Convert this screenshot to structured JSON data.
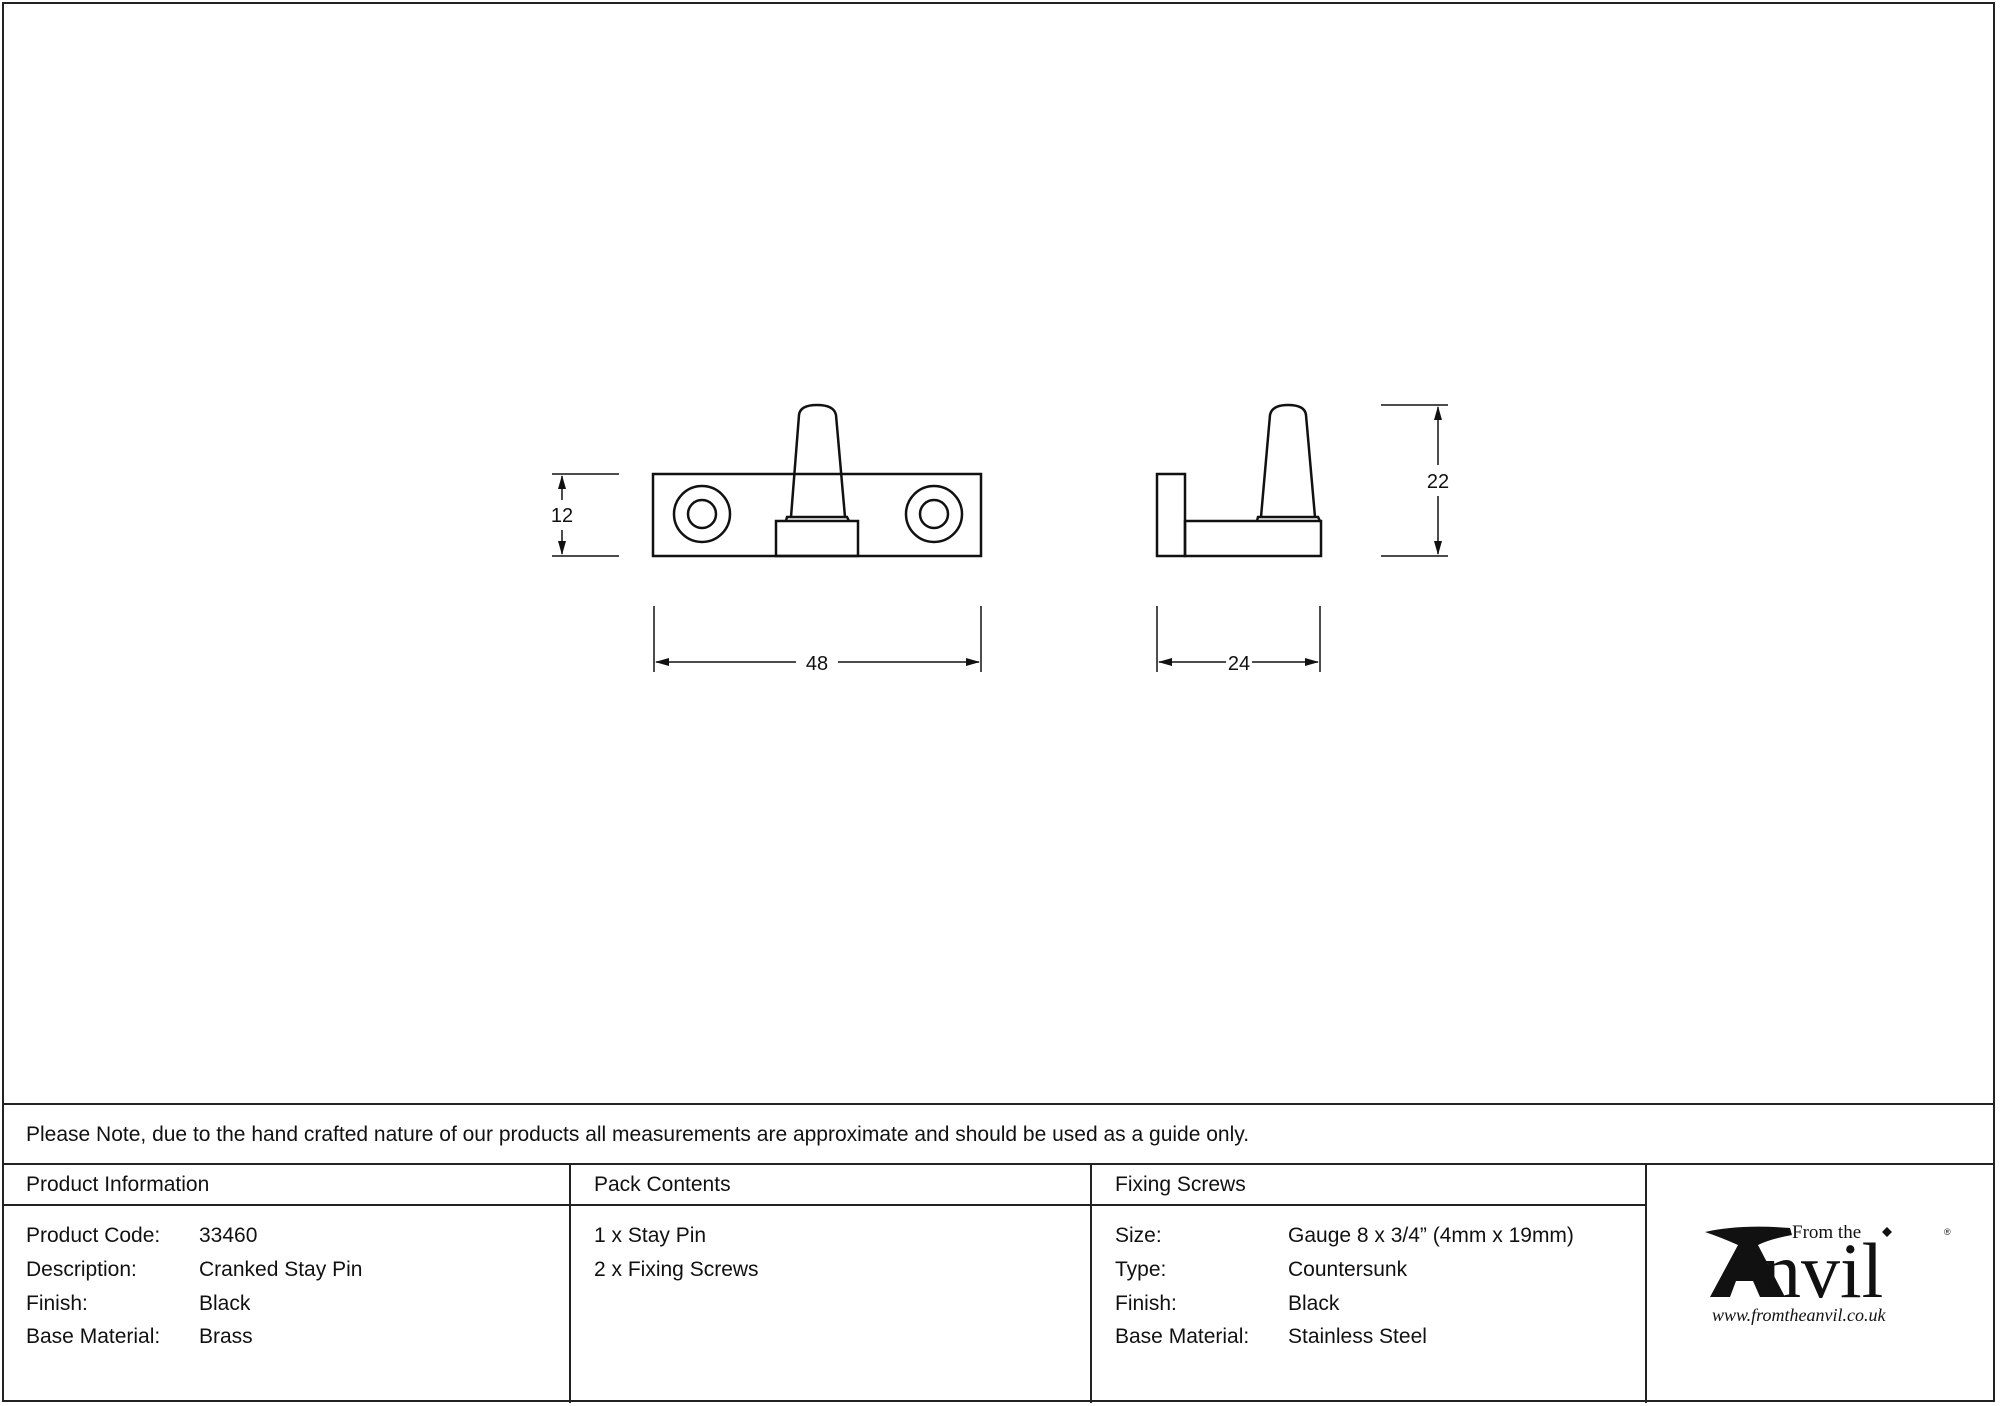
{
  "drawing": {
    "front_view": {
      "height_dim": "12",
      "width_dim": "48"
    },
    "side_view": {
      "height_dim": "22",
      "width_dim": "24"
    }
  },
  "note": "Please Note, due to the hand crafted nature of our products all measurements are approximate and should be used as a guide only.",
  "product_information": {
    "heading": "Product Information",
    "rows": [
      {
        "label": "Product Code:",
        "value": "33460"
      },
      {
        "label": "Description:",
        "value": "Cranked Stay Pin"
      },
      {
        "label": "Finish:",
        "value": "Black"
      },
      {
        "label": "Base Material:",
        "value": "Brass"
      }
    ]
  },
  "pack_contents": {
    "heading": "Pack Contents",
    "items": [
      "1 x Stay Pin",
      "2 x Fixing Screws"
    ]
  },
  "fixing_screws": {
    "heading": "Fixing Screws",
    "rows": [
      {
        "label": "Size:",
        "value": "Gauge 8 x 3/4” (4mm x 19mm)"
      },
      {
        "label": "Type:",
        "value": "Countersunk"
      },
      {
        "label": "Finish:",
        "value": "Black"
      },
      {
        "label": "Base Material:",
        "value": "Stainless Steel"
      }
    ]
  },
  "logo": {
    "from_the": "From the",
    "brand": "Anvil",
    "url": "www.fromtheanvil.co.uk",
    "registered": "®"
  }
}
